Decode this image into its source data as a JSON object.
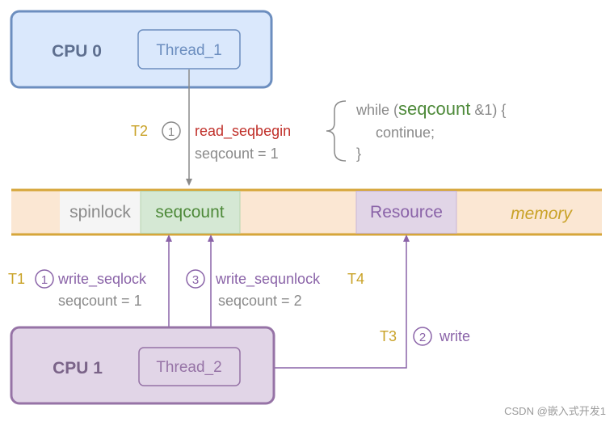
{
  "cpu0": {
    "label": "CPU 0",
    "thread": "Thread_1"
  },
  "cpu1": {
    "label": "CPU 1",
    "thread": "Thread_2"
  },
  "memory": {
    "label": "memory",
    "cells": {
      "spinlock": "spinlock",
      "seqcount": "seqcount",
      "resource": "Resource"
    }
  },
  "reader": {
    "time": "T2",
    "step": "1",
    "call": "read_seqbegin",
    "value": "seqcount = 1",
    "code": {
      "line1_prefix": "while (",
      "line1_var": "seqcount",
      "line1_suffix": " &1) {",
      "line2": "continue;",
      "line3": "}"
    }
  },
  "writer_lock": {
    "time": "T1",
    "step": "1",
    "call": "write_seqlock",
    "value": "seqcount = 1"
  },
  "writer_unlock": {
    "time": "T4",
    "step": "3",
    "call": "write_sequnlock",
    "value": "seqcount = 2"
  },
  "writer_write": {
    "time": "T3",
    "step": "2",
    "call": "write"
  },
  "watermark": "CSDN @嵌入式开发1",
  "colors": {
    "cpu0_fill": "#dae8fc",
    "cpu0_stroke": "#6c8ebf",
    "cpu1_fill": "#e1d5e7",
    "cpu1_stroke": "#9673a6",
    "memory_fill": "#fbe7d3",
    "memory_stroke": "#d6a63a",
    "spinlock_fill": "#f5f5f5",
    "seqcount_fill": "#d5e8d4",
    "gray": "#8a8a8a",
    "red": "#c0302a",
    "green": "#4e8a3a",
    "purple": "#8a63a8",
    "gold": "#c9a227"
  }
}
